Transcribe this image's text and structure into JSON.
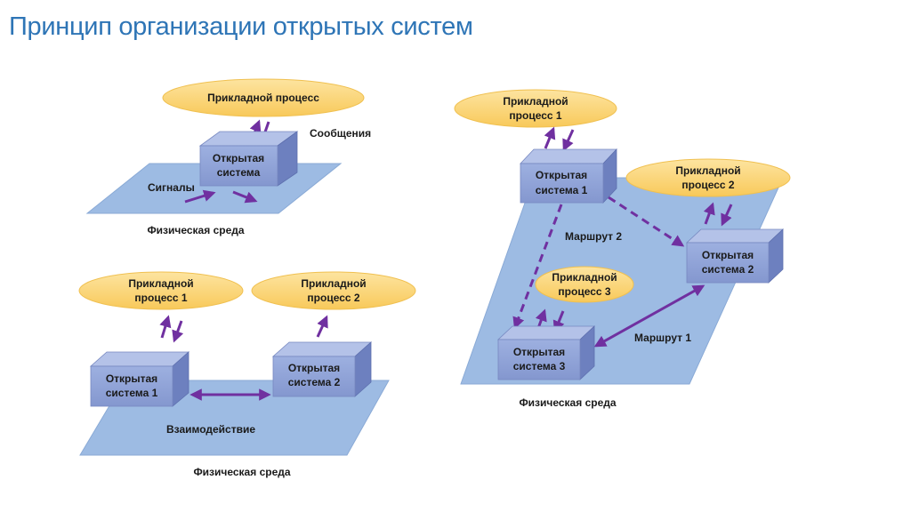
{
  "title": "Принцип организации открытых систем",
  "diagram1": {
    "process": "Прикладной процесс",
    "messages": "Сообщения",
    "system": [
      "Открытая",
      "система"
    ],
    "signals": "Сигналы",
    "medium": "Физическая среда"
  },
  "diagram2": {
    "process1": [
      "Прикладной",
      "процесс 1"
    ],
    "process2": [
      "Прикладной",
      "процесс 2"
    ],
    "system1": [
      "Открытая",
      "система 1"
    ],
    "system2": [
      "Открытая",
      "система 2"
    ],
    "interaction": "Взаимодействие",
    "medium": "Физическая среда"
  },
  "diagram3": {
    "process1": [
      "Прикладной",
      "процесс 1"
    ],
    "process2": [
      "Прикладной",
      "процесс 2"
    ],
    "process3": [
      "Прикладной",
      "процесс 3"
    ],
    "system1": [
      "Открытая",
      "система 1"
    ],
    "system2": [
      "Открытая",
      "система 2"
    ],
    "system3": [
      "Открытая",
      "система 3"
    ],
    "route1": "Маршрут 1",
    "route2": "Маршрут 2",
    "medium": "Физическая среда"
  },
  "colors": {
    "title": "#2e75b6",
    "medium": "#9dbbe3",
    "ellipse": "#fcd77f",
    "box_front": "#8fa3d8",
    "box_top": "#b4c2e8",
    "box_side": "#6d80bf",
    "arrow": "#7030a0"
  }
}
